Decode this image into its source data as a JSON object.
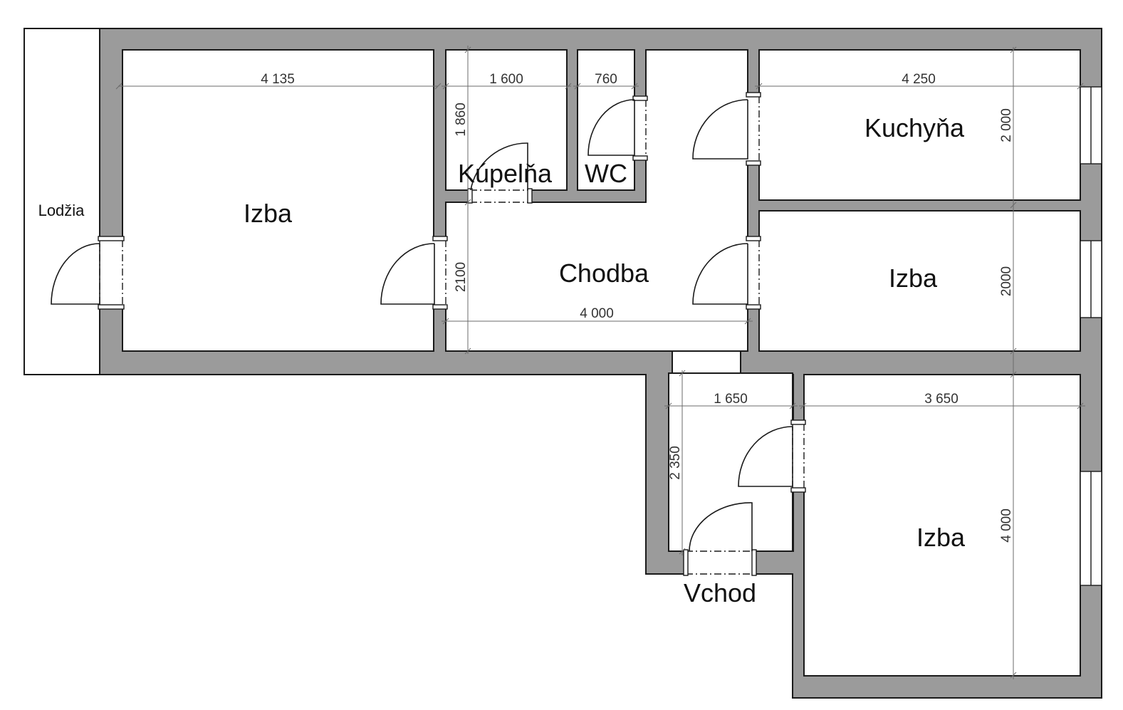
{
  "rooms": {
    "lodzia": "Lodžia",
    "izba_left": "Izba",
    "kupelna": "Kúpelňa",
    "wc": "WC",
    "chodba": "Chodba",
    "kuchyna": "Kuchyňa",
    "izba_mid_right": "Izba",
    "izba_bottom_right": "Izba",
    "vchod": "Vchod"
  },
  "dimensions": {
    "izba_left_width": "4 135",
    "kupelna_width": "1 600",
    "wc_width": "760",
    "kupelna_depth": "1 860",
    "kuchyna_width": "4 250",
    "kuchyna_depth": "2 000",
    "chodba_depth": "2100",
    "chodba_width": "4 000",
    "izba_mid_depth": "2000",
    "vchod_width": "1 650",
    "izba_bottom_width": "3 650",
    "vchod_depth": "2 350",
    "izba_bottom_depth": "4 000"
  },
  "colors": {
    "wall": "#9b9b9b",
    "outline": "#1a1a1a",
    "floor": "#ffffff"
  }
}
